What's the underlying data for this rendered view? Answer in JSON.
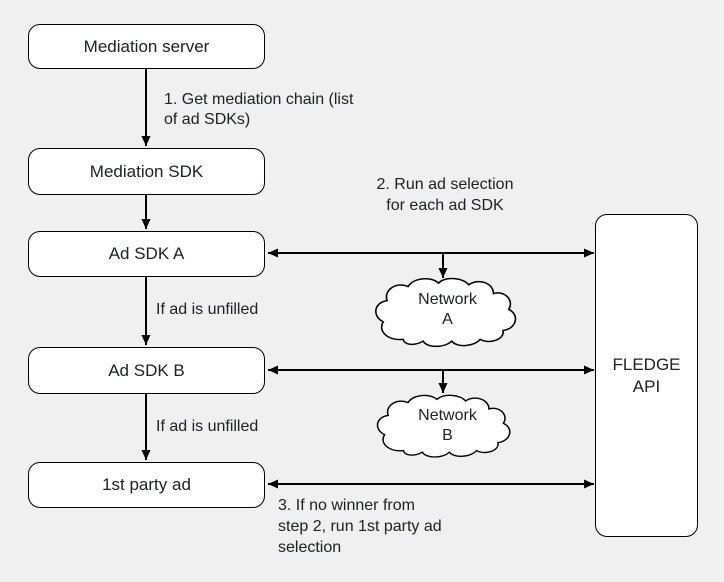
{
  "colors": {
    "background": "#f0f0f1",
    "node_fill": "#ffffff",
    "node_border": "#000000",
    "arrow": "#000000",
    "text": "#202124"
  },
  "nodes": {
    "mediation_server": {
      "label": "Mediation server"
    },
    "mediation_sdk": {
      "label": "Mediation SDK"
    },
    "ad_sdk_a": {
      "label": "Ad SDK A"
    },
    "ad_sdk_b": {
      "label": "Ad SDK B"
    },
    "first_party_ad": {
      "label": "1st party ad"
    },
    "fledge_api": {
      "lines": [
        "FLEDGE",
        "API"
      ]
    }
  },
  "clouds": {
    "network_a": {
      "lines": [
        "Network",
        "A"
      ]
    },
    "network_b": {
      "lines": [
        "Network",
        "B"
      ]
    }
  },
  "annotations": {
    "step1": {
      "lines": [
        "1. Get mediation chain (list",
        "of ad SDKs)"
      ]
    },
    "step2": {
      "lines": [
        "2. Run ad selection",
        "for each ad SDK"
      ]
    },
    "unfilled_a": {
      "label": "If ad is unfilled"
    },
    "unfilled_b": {
      "label": "If ad is unfilled"
    },
    "step3": {
      "lines": [
        "3. If no winner from",
        "step 2, run 1st party ad",
        "selection"
      ]
    }
  },
  "edges": [
    {
      "from": "mediation_server",
      "to": "mediation_sdk",
      "direction": "down",
      "label": "1. Get mediation chain (list of ad SDKs)"
    },
    {
      "from": "mediation_sdk",
      "to": "ad_sdk_a",
      "direction": "down"
    },
    {
      "from": "ad_sdk_a",
      "to": "ad_sdk_b",
      "direction": "down",
      "label": "If ad is unfilled"
    },
    {
      "from": "ad_sdk_b",
      "to": "first_party_ad",
      "direction": "down",
      "label": "If ad is unfilled"
    },
    {
      "from": "ad_sdk_a",
      "to": "fledge_api",
      "bidirectional": true
    },
    {
      "from": "ad_sdk_b",
      "to": "fledge_api",
      "bidirectional": true
    },
    {
      "from": "first_party_ad",
      "to": "fledge_api",
      "bidirectional": true
    },
    {
      "from": "ad_sdk_a__fledge_api",
      "to": "network_a",
      "direction": "down"
    },
    {
      "from": "ad_sdk_b__fledge_api",
      "to": "network_b",
      "direction": "down"
    }
  ]
}
